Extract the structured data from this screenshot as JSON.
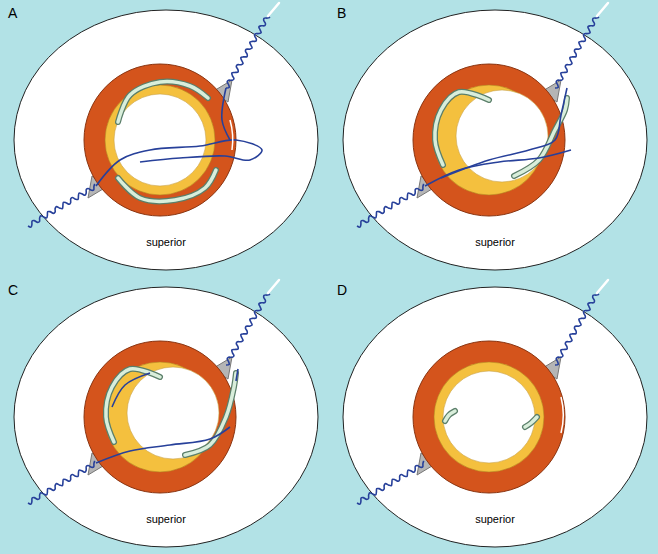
{
  "diagram": {
    "labels": [
      "A",
      "superior",
      "B",
      "superior",
      "C",
      "superior",
      "D",
      "superior"
    ]
  }
}
